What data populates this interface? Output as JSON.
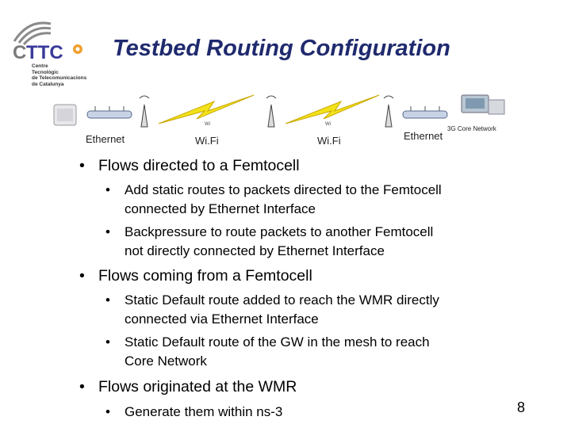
{
  "logo": {
    "text": "CTTC",
    "subtitle_lines": [
      "Centre",
      "Tecnològic",
      "de Telecomunicacions",
      "de Catalunya"
    ]
  },
  "title": "Testbed Routing Configuration",
  "diagram": {
    "labels": {
      "ethernet_left": "Ethernet",
      "wifi_1": "Wi.Fi",
      "wifi_2": "Wi.Fi",
      "ethernet_right": "Ethernet",
      "core": "3G Core Network"
    },
    "icons": [
      "femtocell-icon",
      "ethernet-hub-icon",
      "antenna-icon",
      "lightning-link-icon",
      "core-network-equipment-icon"
    ],
    "accent_colors": {
      "lightning": "#f2e21a",
      "title": "#1f2a6e",
      "logo_orange": "#f0a030"
    }
  },
  "bullets": [
    {
      "text": "Flows directed to a Femtocell",
      "sub": [
        {
          "lines": [
            "Add static routes to packets directed to the Femtocell",
            "connected by Ethernet Interface"
          ]
        },
        {
          "lines": [
            "Backpressure to route packets to another Femtocell",
            "not directly connected by Ethernet Interface"
          ]
        }
      ]
    },
    {
      "text": "Flows coming from a Femtocell",
      "sub": [
        {
          "lines": [
            "Static Default route added to reach the WMR directly",
            "connected via Ethernet Interface"
          ]
        },
        {
          "lines": [
            "Static Default route of the GW in the mesh to reach",
            "Core Network"
          ]
        }
      ]
    },
    {
      "text": "Flows originated at the WMR",
      "sub": [
        {
          "lines": [
            "Generate them within ns-3"
          ]
        }
      ]
    }
  ],
  "bullet_char": "•",
  "page_number": "8"
}
